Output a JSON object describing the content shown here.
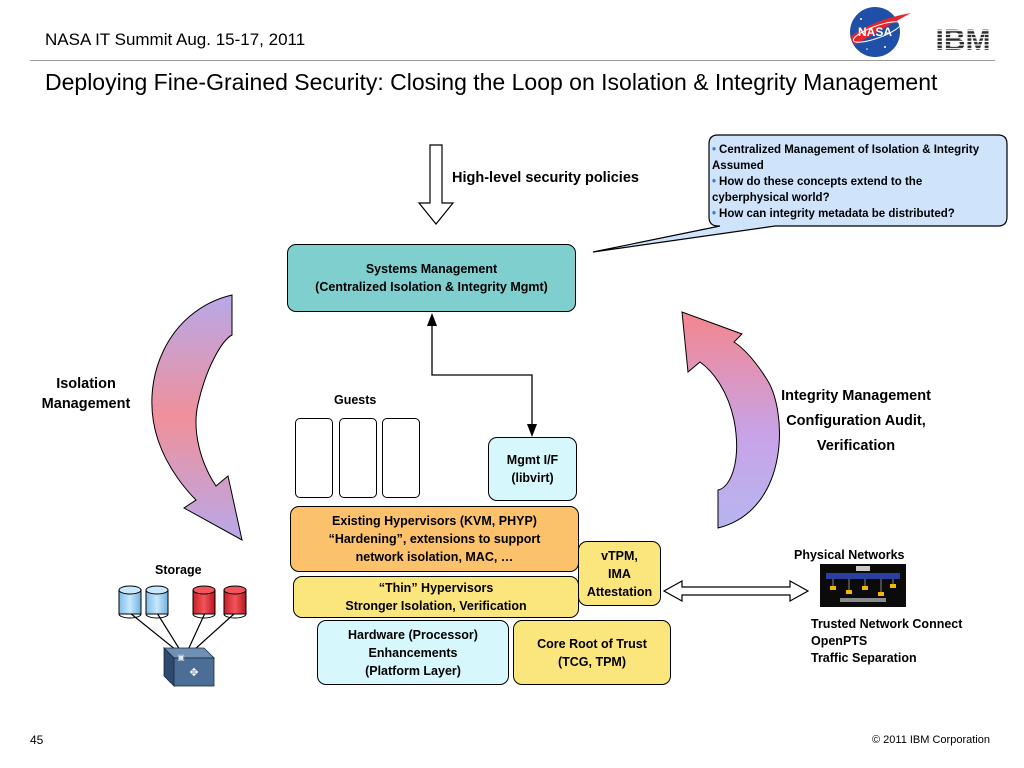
{
  "header": {
    "event": "NASA IT Summit  Aug. 15-17, 2011",
    "nasa_logo_text": "NASA",
    "ibm_logo_text": "IBM"
  },
  "title": "Deploying Fine-Grained Security: Closing the Loop on Isolation & Integrity Management",
  "callout": {
    "bullets": [
      "Centralized Management of Isolation & Integrity Assumed",
      "How do these concepts extend to the cyberphysical world?",
      "How can integrity metadata be distributed?"
    ]
  },
  "policies_label": "High-level security policies",
  "systems_management": {
    "line1": "Systems Management",
    "line2": "(Centralized Isolation & Integrity Mgmt)"
  },
  "isolation_label": {
    "line1": "Isolation",
    "line2": "Management"
  },
  "integrity_label": {
    "line1": "Integrity Management",
    "line2": "Configuration Audit,",
    "line3": "Verification"
  },
  "guests_label": "Guests",
  "mgmt_if": {
    "line1": "Mgmt I/F",
    "line2": "(libvirt)"
  },
  "existing_hypervisors": {
    "line1": "Existing Hypervisors (KVM, PHYP)",
    "line2": "“Hardening”, extensions to support",
    "line3": "network isolation, MAC, …"
  },
  "vtpm": {
    "line1": "vTPM,",
    "line2": "IMA",
    "line3": "Attestation"
  },
  "thin_hypervisors": {
    "line1": "“Thin” Hypervisors",
    "line2": "Stronger Isolation, Verification"
  },
  "hardware": {
    "line1": "Hardware (Processor)",
    "line2": "Enhancements",
    "line3": "(Platform Layer)"
  },
  "core_root": {
    "line1": "Core Root of Trust",
    "line2": "(TCG, TPM)"
  },
  "storage_label": "Storage",
  "physical_networks": {
    "label": "Physical Networks",
    "items": [
      "Trusted Network Connect",
      "OpenPTS",
      "Traffic Separation"
    ]
  },
  "footer": {
    "page_number": "45",
    "copyright": "© 2011 IBM Corporation"
  },
  "colors": {
    "systems_management_fill": "#7fcfcf",
    "mgmt_if_fill": "#d6f7fb",
    "existing_hypervisors_fill": "#fbc26b",
    "yellow_fill": "#fbe67e",
    "hardware_fill": "#d6f7fb",
    "callout_fill": "#cfe3fb",
    "disk_blue": "#9fd0f5",
    "disk_red": "#e6323a"
  }
}
